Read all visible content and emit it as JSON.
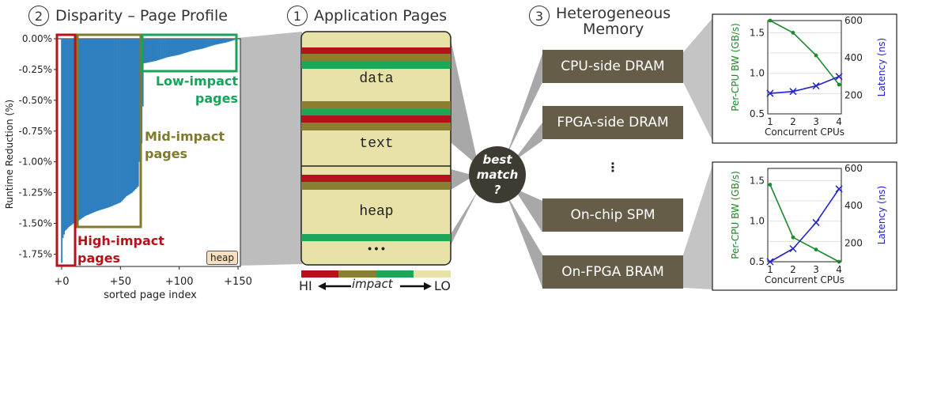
{
  "headers": {
    "disparity": {
      "number": "2",
      "title": "Disparity – Page Profile"
    },
    "app_pages": {
      "number": "1",
      "title": "Application Pages"
    },
    "hetero": {
      "number": "3",
      "title_line1": "Heterogeneous",
      "title_line2": "Memory"
    }
  },
  "profile_chart": {
    "ylabel": "Runtime Reduction (%)",
    "xlabel": "sorted page index",
    "yticks": [
      "0.00%",
      "-0.25%",
      "-0.50%",
      "-0.75%",
      "-1.00%",
      "-1.25%",
      "-1.50%",
      "-1.75%"
    ],
    "xticks": [
      "+0",
      "+50",
      "+100",
      "+150"
    ],
    "tag": "heap",
    "groups": {
      "high": {
        "line1": "High-impact",
        "line2": "pages",
        "color": "#b5121b"
      },
      "mid": {
        "line1": "Mid-impact",
        "line2": "pages",
        "color": "#7f7a2e"
      },
      "low": {
        "line1": "Low-impact",
        "line2": "pages",
        "color": "#17a35a"
      }
    }
  },
  "app_pages": {
    "segments": [
      "data",
      "text",
      "heap",
      "•••"
    ],
    "legend": {
      "hi": "HI",
      "lo": "LO",
      "impact": "impact"
    }
  },
  "best_match": {
    "line1": "best",
    "line2": "match",
    "line3": "?"
  },
  "memories": [
    "CPU-side DRAM",
    "FPGA-side DRAM",
    "⋮",
    "On-chip SPM",
    "On-FPGA BRAM"
  ],
  "chart_data": [
    {
      "type": "bar",
      "title": "",
      "xlabel": "sorted page index",
      "ylabel": "Runtime Reduction (%)",
      "ylim": [
        -1.85,
        0
      ],
      "xlim": [
        -4,
        152
      ],
      "description_series": [
        {
          "name": "",
          "shape": "sorted descending impact",
          "points": [
            [
              0,
              -1.82
            ],
            [
              1,
              -1.62
            ],
            [
              3,
              -1.56
            ],
            [
              6,
              -1.53
            ],
            [
              10,
              -1.5
            ],
            [
              14,
              -1.48
            ],
            [
              20,
              -1.44
            ],
            [
              30,
              -1.4
            ],
            [
              40,
              -1.37
            ],
            [
              50,
              -1.33
            ],
            [
              55,
              -1.28
            ],
            [
              60,
              -1.25
            ],
            [
              65,
              -1.2
            ],
            [
              70,
              -0.2
            ],
            [
              80,
              -0.18
            ],
            [
              90,
              -0.15
            ],
            [
              100,
              -0.13
            ],
            [
              110,
              -0.1
            ],
            [
              120,
              -0.08
            ],
            [
              130,
              -0.05
            ],
            [
              140,
              -0.03
            ],
            [
              147,
              -0.01
            ]
          ]
        }
      ]
    },
    {
      "type": "line",
      "xlabel": "Concurrent CPUs",
      "ylabel": "Per-CPU BW (GB/s)",
      "ylabel_right": "Latency (ns)",
      "x": [
        1,
        2,
        3,
        4
      ],
      "ylim": [
        0.5,
        1.65
      ],
      "ylim_right": [
        100,
        600
      ],
      "yticks": [
        "0.5",
        "1.0",
        "1.5"
      ],
      "yticks_right": [
        "200",
        "400",
        "600"
      ],
      "xticks": [
        "1",
        "2",
        "3",
        "4"
      ],
      "series": [
        {
          "axis": "left",
          "color": "#1a8a2a",
          "values": [
            1.65,
            1.5,
            1.22,
            0.86
          ]
        },
        {
          "axis": "right",
          "color": "#2222cc",
          "values": [
            210,
            220,
            250,
            300
          ]
        }
      ]
    },
    {
      "type": "line",
      "xlabel": "Concurrent CPUs",
      "ylabel": "Per-CPU BW (GB/s)",
      "ylabel_right": "Latency (ns)",
      "x": [
        1,
        2,
        3,
        4
      ],
      "ylim": [
        0.5,
        1.65
      ],
      "ylim_right": [
        100,
        600
      ],
      "yticks": [
        "0.5",
        "1.0",
        "1.5"
      ],
      "yticks_right": [
        "200",
        "400",
        "600"
      ],
      "xticks": [
        "1",
        "2",
        "3",
        "4"
      ],
      "series": [
        {
          "axis": "left",
          "color": "#1a8a2a",
          "values": [
            1.45,
            0.8,
            0.65,
            0.5
          ]
        },
        {
          "axis": "right",
          "color": "#2222cc",
          "values": [
            100,
            170,
            310,
            490
          ]
        }
      ]
    }
  ]
}
